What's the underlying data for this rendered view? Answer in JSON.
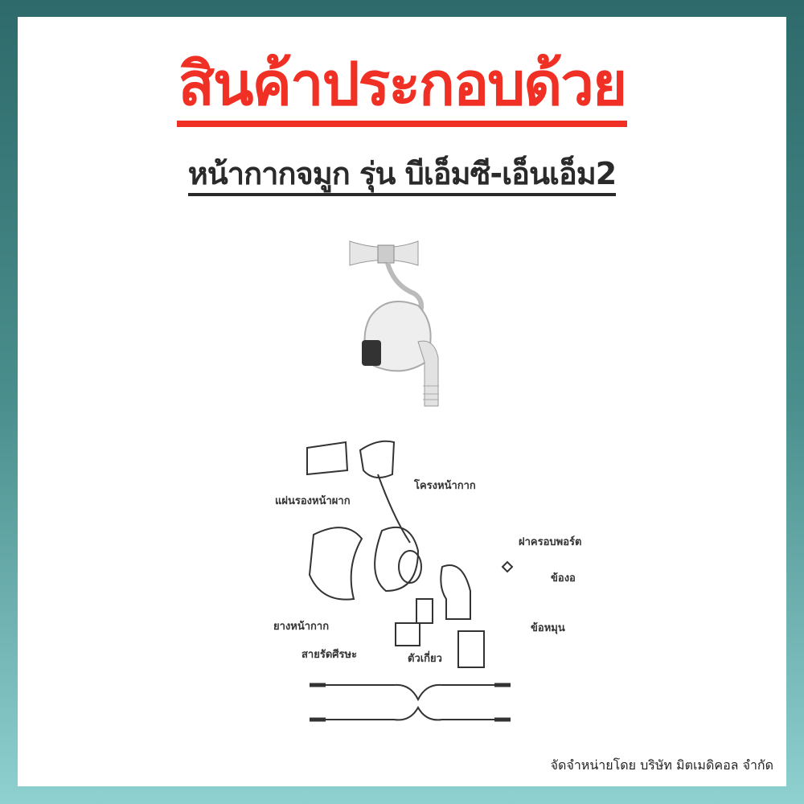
{
  "title": "สินค้าประกอบด้วย",
  "subtitle": "หน้ากากจมูก รุ่น บีเอ็มซี-เอ็นเอ็ม2",
  "parts": {
    "forehead_pad": "แผ่นรองหน้าผาก",
    "frame": "โครงหน้ากาก",
    "cushion": "ยางหน้ากาก",
    "port_cap": "ฝาครอบพอร์ต",
    "elbow": "ข้องอ",
    "swivel": "ข้อหมุน",
    "headgear": "สายรัดศีรษะ",
    "clips": "ตัวเกี่ยว"
  },
  "footer": "จัดจำหน่ายโดย บริษัท มิตเมดิคอล จำกัด",
  "colors": {
    "accent": "#f03024",
    "frame": "#3f8583"
  }
}
